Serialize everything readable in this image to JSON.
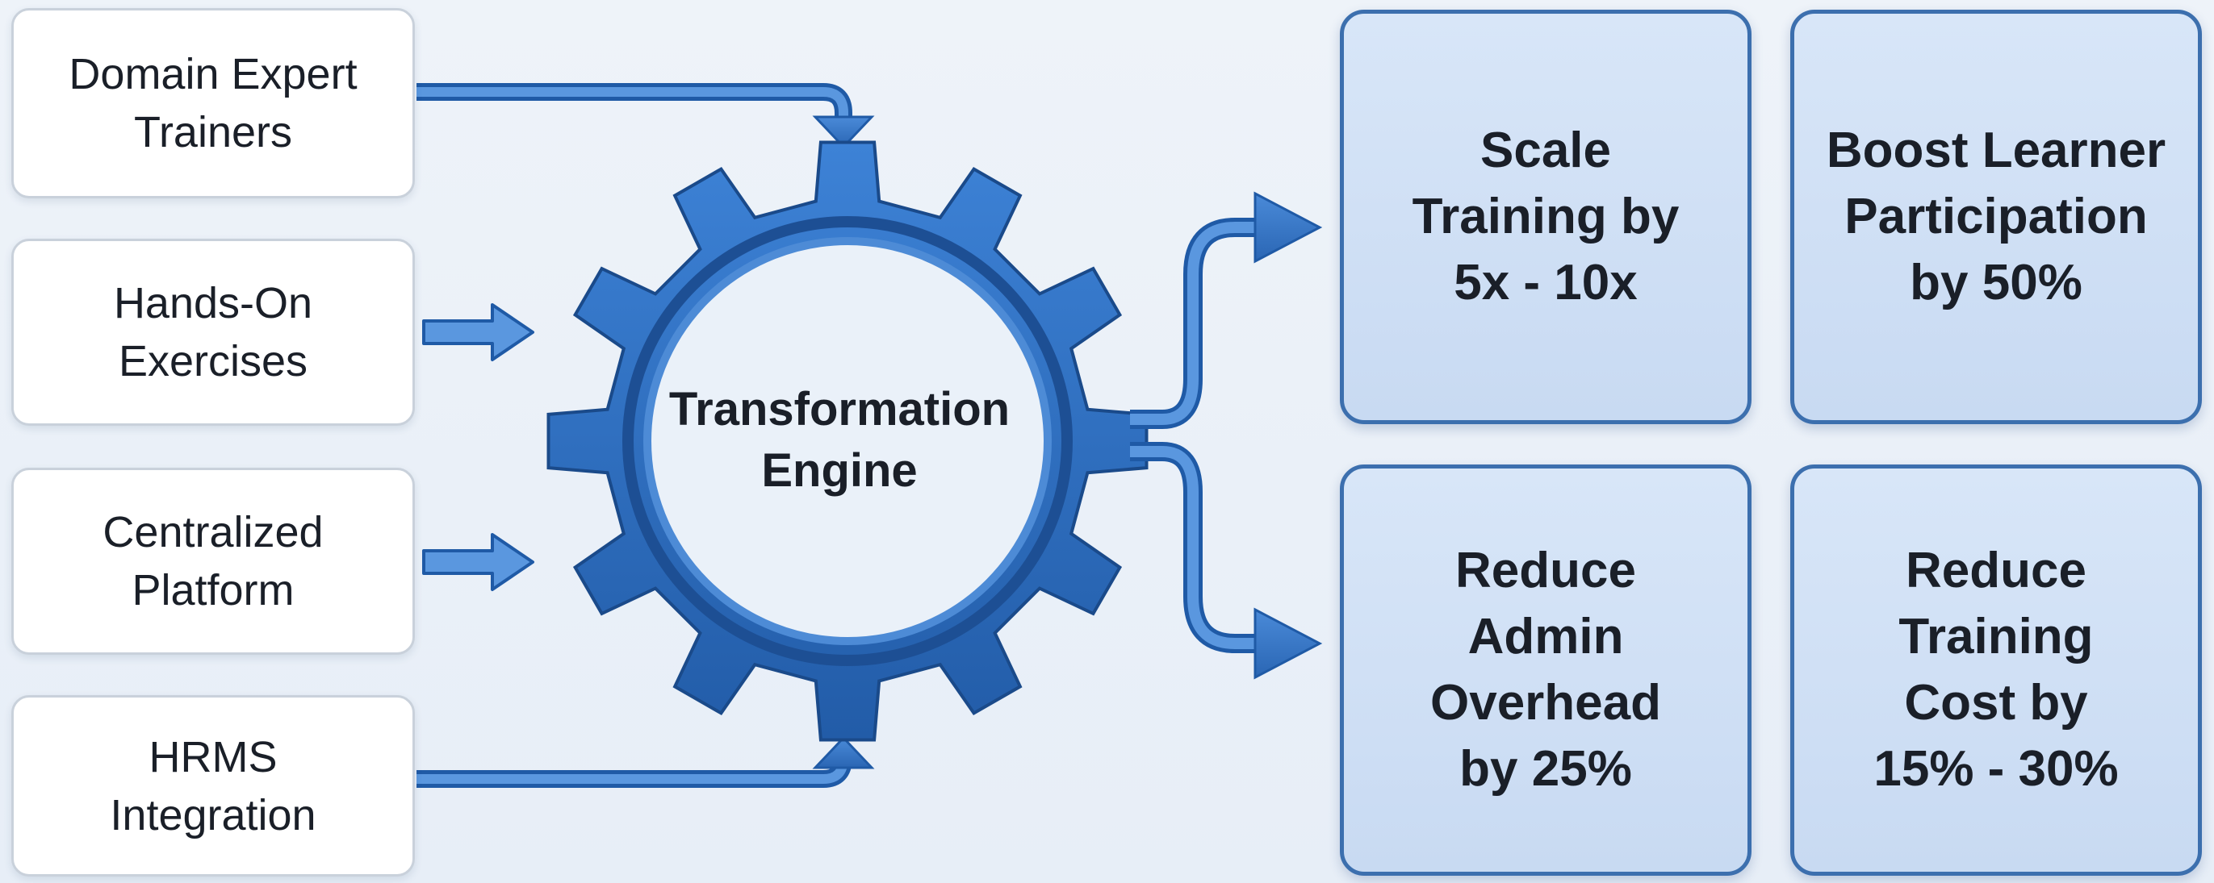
{
  "inputs": [
    {
      "label": "Domain Expert\nTrainers"
    },
    {
      "label": "Hands-On\nExercises"
    },
    {
      "label": "Centralized\nPlatform"
    },
    {
      "label": "HRMS\nIntegration"
    }
  ],
  "engine": {
    "label": "Transformation\nEngine"
  },
  "outcomes": [
    {
      "label": "Scale\nTraining by\n5x - 10x"
    },
    {
      "label": "Boost Learner\nParticipation\nby 50%"
    },
    {
      "label": "Reduce\nAdmin\nOverhead\nby 25%"
    },
    {
      "label": "Reduce\nTraining\nCost by\n15% - 30%"
    }
  ],
  "colors": {
    "gear": "#2f6fc4",
    "gear_dark": "#1f4f91",
    "arrow": "#3574c6",
    "outcome_border": "#3c6fae"
  }
}
